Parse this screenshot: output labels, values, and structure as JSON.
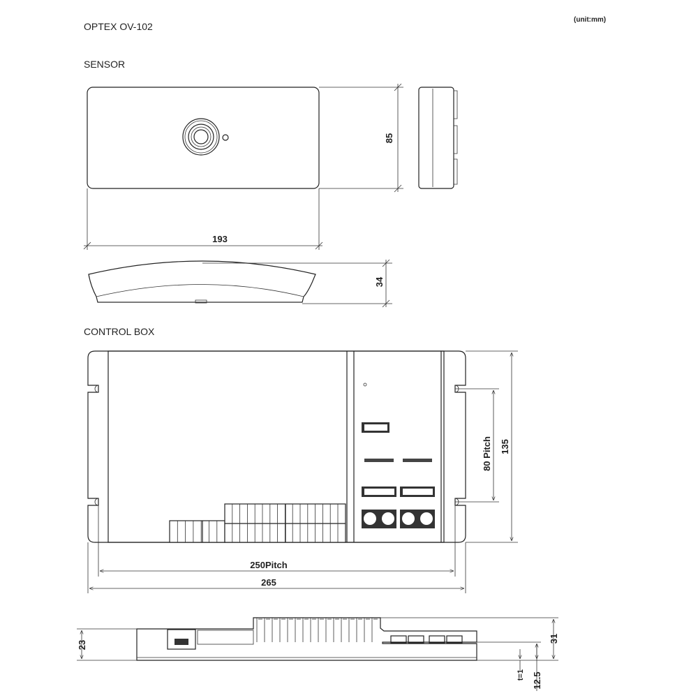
{
  "title": "OPTEX OV-102",
  "unit": "(unit:mm)",
  "sections": {
    "sensor": "SENSOR",
    "control_box": "CONTROL BOX"
  },
  "dimensions": {
    "sensor_height": "85",
    "sensor_width": "193",
    "sensor_depth": "34",
    "box_height": "135",
    "box_hole_pitch_v": "80 Pitch",
    "box_hole_pitch_h": "250Pitch",
    "box_width": "265",
    "box_side_height": "23",
    "box_total_height": "31",
    "flange_height": "12.5",
    "thickness": "t=1"
  }
}
